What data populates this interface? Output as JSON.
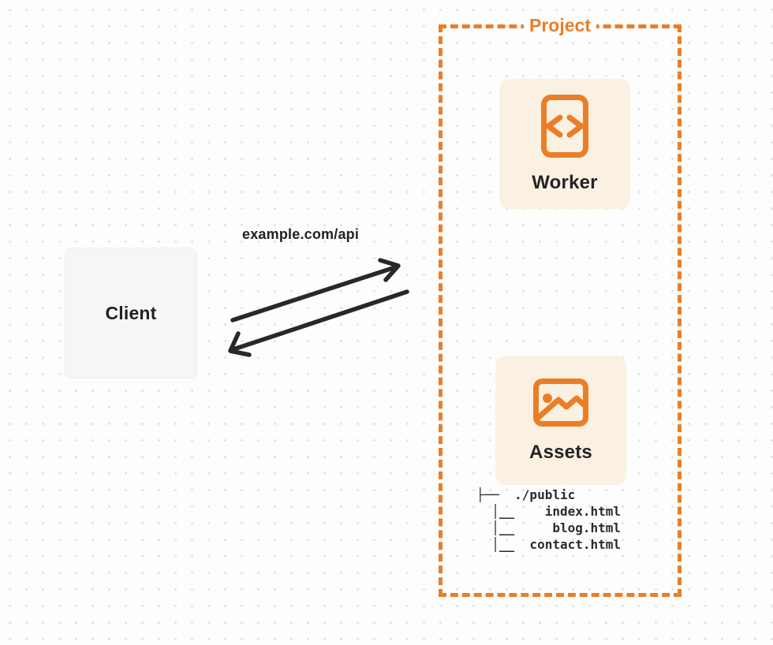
{
  "diagram": {
    "client": {
      "label": "Client"
    },
    "request_label": "example.com/api",
    "project": {
      "label": "Project",
      "worker": {
        "label": "Worker",
        "icon": "code-file-icon"
      },
      "assets": {
        "label": "Assets",
        "icon": "image-icon"
      },
      "file_tree": "├──  ./public\n  │__    index.html\n  │__     blog.html\n  │__  contact.html"
    },
    "colors": {
      "accent_orange": "#EA7E27",
      "card_background": "#FBF1E2",
      "client_background": "#F6F6F7",
      "arrow_color": "#28282B",
      "page_background": "#FDFDFD",
      "dot_grid": "#E4E4E6"
    }
  }
}
